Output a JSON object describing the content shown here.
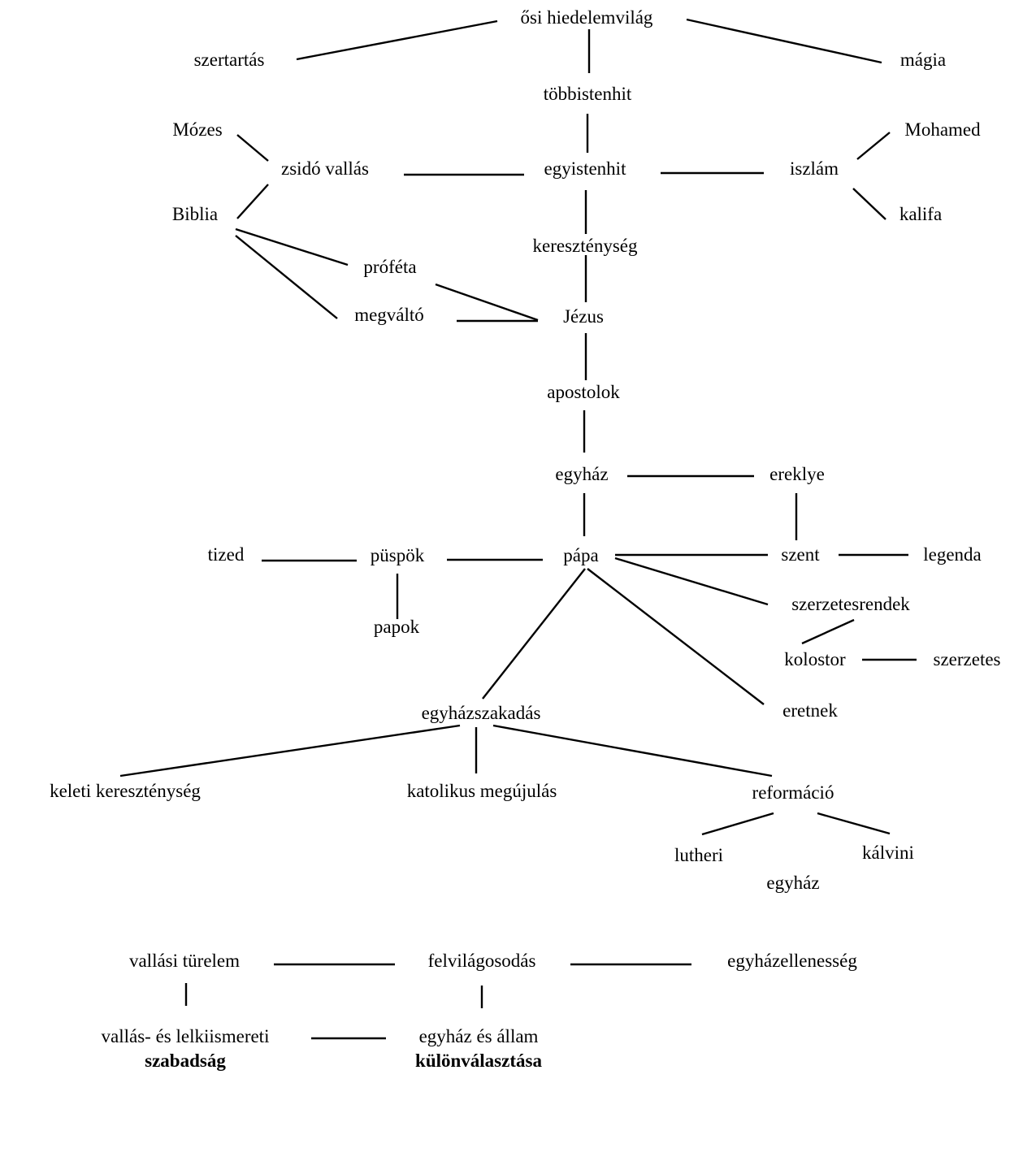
{
  "nodes": {
    "osi_hiedelemvilag": "ősi hiedelemvilág",
    "szertartas": "szertartás",
    "magia": "mágia",
    "tobbistenhit": "többistenhit",
    "mozes": "Mózes",
    "mohamed": "Mohamed",
    "zsido_vallas": "zsidó vallás",
    "egyistenhit": "egyistenhit",
    "iszlam": "iszlám",
    "biblia": "Biblia",
    "kalifa": "kalifa",
    "keresztenyseg": "kereszténység",
    "profeta": "próféta",
    "megvalto": "megváltó",
    "jezus": "Jézus",
    "apostolok": "apostolok",
    "egyhaz": "egyház",
    "ereklye": "ereklye",
    "tized": "tized",
    "puspok": "püspök",
    "papa": "pápa",
    "szent": "szent",
    "legenda": "legenda",
    "papok": "papok",
    "szerzetesrendek": "szerzetesrendek",
    "kolostor": "kolostor",
    "szerzetes": "szerzetes",
    "eretnek": "eretnek",
    "egyhazszakadas": "egyházszakadás",
    "keleti_keresztenyseg": "keleti kereszténység",
    "katolikus_megujulas": "katolikus megújulás",
    "reformacio": "reformáció",
    "lutheri": "lutheri",
    "kalvini": "kálvini",
    "egyhaz_reform": "egyház",
    "vallasi_turelem": "vallási türelem",
    "felvilagosodas": "felvilágosodás",
    "egyhazellenesseg": "egyházellenesség",
    "vallas_lelkiismereti_line1": "vallás- és lelkiismereti",
    "vallas_lelkiismereti_line2": "szabadság",
    "egyhaz_allam_line1": "egyház és állam",
    "egyhaz_allam_line2": "különválasztása"
  }
}
